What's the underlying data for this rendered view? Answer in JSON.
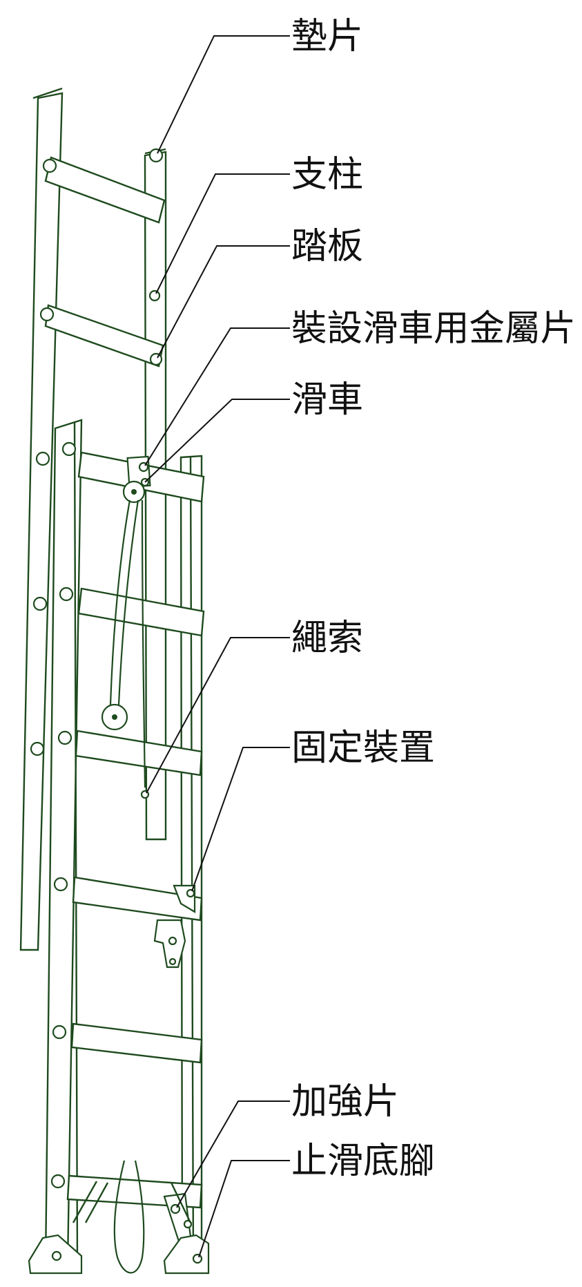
{
  "labels": {
    "washer": "墊片",
    "post": "支柱",
    "rung": "踏板",
    "pulley_bracket": "裝設滑車用金屬片",
    "pulley": "滑車",
    "rope": "繩索",
    "lock": "固定裝置",
    "reinforcement": "加強片",
    "foot": "止滑底腳"
  },
  "colors": {
    "line": "#1e4a1e",
    "leader": "#111111",
    "background": "#ffffff"
  }
}
